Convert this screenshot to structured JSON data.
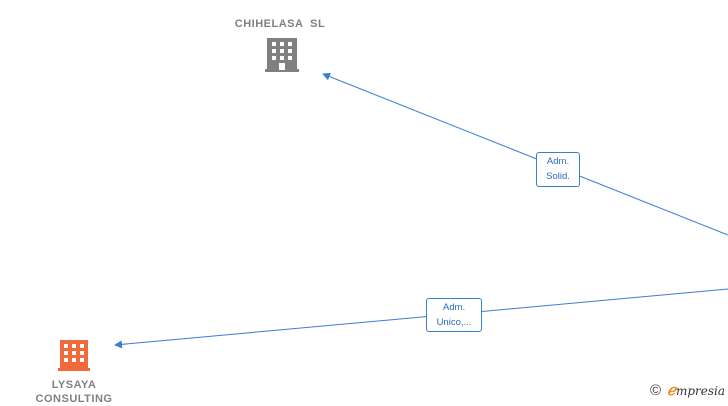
{
  "nodes": {
    "chihelasa": {
      "label": "CHIHELASA  SL",
      "color": "#808080"
    },
    "lysaya": {
      "label": "LYSAYA\nCONSULTING",
      "color": "#f26a3b"
    }
  },
  "edges": [
    {
      "line1": "Adm.",
      "line2": "Solid."
    },
    {
      "line1": "Adm.",
      "line2": "Unico,..."
    }
  ],
  "colors": {
    "edge": "#3a7fd0",
    "company_icon": "#808080",
    "highlight_icon": "#f26a3b"
  },
  "icons": {
    "company": "building-icon"
  },
  "watermark": {
    "symbol": "©",
    "brand_initial": "ℯ",
    "brand_rest": "mpresia"
  }
}
